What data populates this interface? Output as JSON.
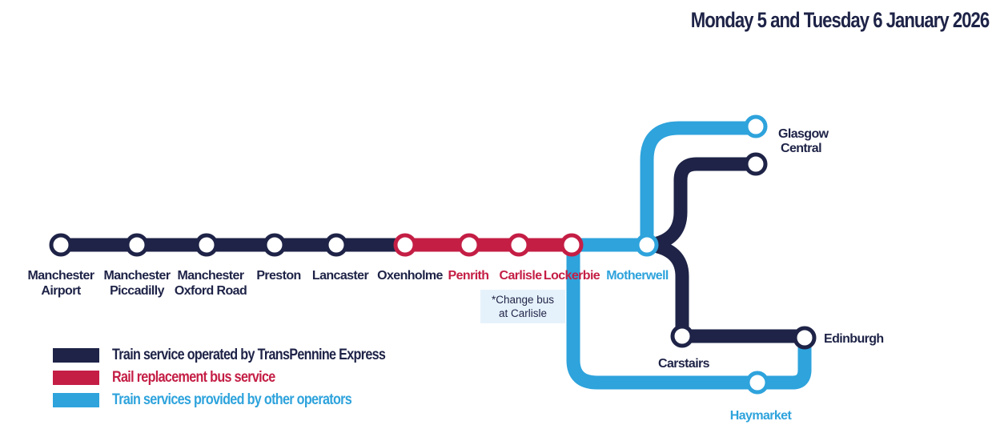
{
  "title": "Monday 5 and Tuesday 6 January 2026",
  "colors": {
    "tpe": "#1e2347",
    "bus": "#c41e45",
    "other": "#2ea3dc"
  },
  "stations": {
    "manchester_airport": [
      "Manchester",
      "Airport"
    ],
    "manchester_piccadilly": [
      "Manchester",
      "Piccadilly"
    ],
    "manchester_oxford_road": [
      "Manchester",
      "Oxford Road"
    ],
    "preston": "Preston",
    "lancaster": "Lancaster",
    "oxenholme": "Oxenholme",
    "penrith": "Penrith",
    "carlisle": "Carlisle",
    "lockerbie": "Lockerbie",
    "motherwell": "Motherwell",
    "glasgow_central": [
      "Glasgow",
      "Central"
    ],
    "carstairs": "Carstairs",
    "edinburgh": "Edinburgh",
    "haymarket": "Haymarket"
  },
  "note": [
    "*Change bus",
    "at Carlisle"
  ],
  "legend": [
    {
      "label": "Train service operated by TransPennine Express",
      "color": "#1e2347"
    },
    {
      "label": "Rail replacement bus service",
      "color": "#c41e45"
    },
    {
      "label": "Train services provided by other operators",
      "color": "#2ea3dc"
    }
  ]
}
